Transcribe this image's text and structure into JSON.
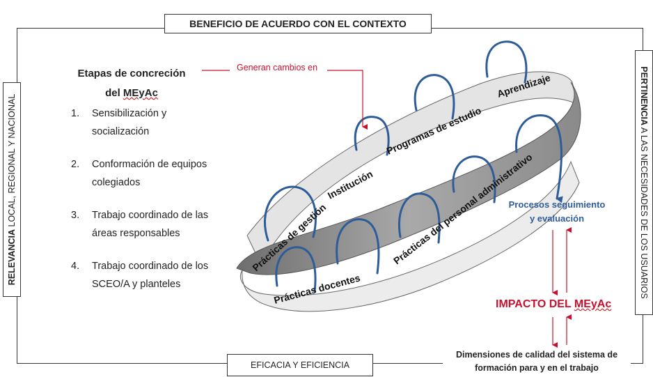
{
  "header": {
    "title": "BENEFICIO DE ACUERDO CON EL CONTEXTO"
  },
  "footer": {
    "title": "EFICACIA Y EFICIENCIA"
  },
  "left_side": {
    "bold": "RELEVANCIA",
    "rest": " LOCAL, REGIONAL Y NACIONAL"
  },
  "right_side": {
    "bold": "PERTINENCIA",
    "rest": " A LAS NECESIDADES DE LOS USUARIOS"
  },
  "stages": {
    "title_line1": "Etapas de concreción",
    "title_prefix": "del ",
    "title_acronym": "MEyAc",
    "items": [
      {
        "num": "1.",
        "text": "Sensibilización y socialización"
      },
      {
        "num": "2.",
        "text": "Conformación de equipos colegiados"
      },
      {
        "num": "3.",
        "text": "Trabajo coordinado de las áreas responsables"
      },
      {
        "num": "4.",
        "text": "Trabajo coordinado de los SCEO/A y planteles"
      }
    ]
  },
  "arrow_label": "Generan cambios en",
  "spiral_labels": {
    "practicas_gestion": "Prácticas de gestión",
    "institucion": "Institución",
    "programas": "Programas de estudio",
    "aprendizaje": "Aprendizaje",
    "practicas_docentes": "Prácticas docentes",
    "practicas_personal": "Prácticas del personal administrativo"
  },
  "procesos": {
    "line1": "Procesos seguimiento",
    "line2": "y evaluación"
  },
  "impacto": {
    "prefix": "IMPACTO DEL ",
    "acronym": "MEyAc"
  },
  "dimensiones": {
    "line1": "Dimensiones de calidad del sistema de",
    "line2": "formación para y en el trabajo"
  },
  "colors": {
    "spiral_light": "#e3e3e3",
    "spiral_dark": "#8c8c8c",
    "arc_blue": "#2e5c99",
    "accent_red": "#c8102e"
  }
}
